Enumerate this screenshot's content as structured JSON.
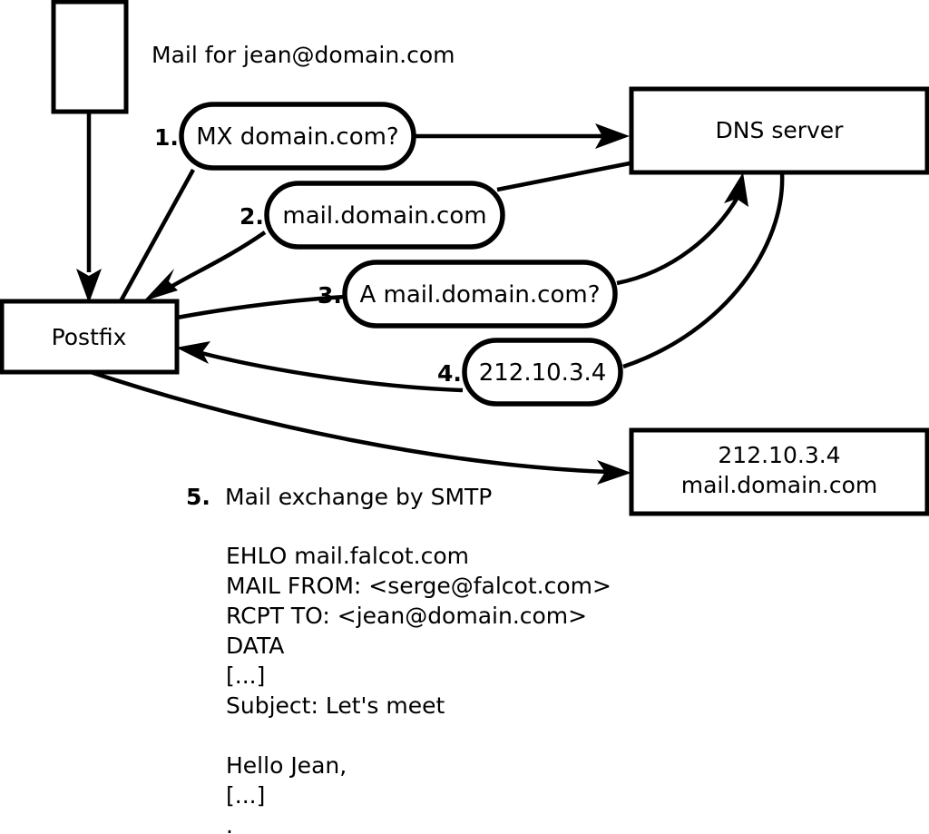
{
  "diagram": {
    "title_caption": "Mail for jean@domain.com",
    "nodes": [
      {
        "id": "client",
        "label": ""
      },
      {
        "id": "postfix",
        "label": "Postfix"
      },
      {
        "id": "dns",
        "label": "DNS server"
      },
      {
        "id": "mailserver",
        "label_line1": "212.10.3.4",
        "label_line2": "mail.domain.com"
      }
    ],
    "steps": [
      {
        "number": "1.",
        "message": "MX domain.com?"
      },
      {
        "number": "2.",
        "message": "mail.domain.com"
      },
      {
        "number": "3.",
        "message": "A mail.domain.com?"
      },
      {
        "number": "4.",
        "message": "212.10.3.4"
      },
      {
        "number": "5.",
        "message": "Mail exchange by SMTP"
      }
    ],
    "transcript": [
      "EHLO mail.falcot.com",
      "MAIL FROM: <serge@falcot.com>",
      "RCPT TO: <jean@domain.com>",
      "DATA",
      "[...]",
      "Subject: Let's meet",
      "",
      "Hello Jean,",
      "[...]",
      "."
    ],
    "colors": {
      "stroke": "#000000",
      "fill": "#ffffff",
      "text": "#000000"
    }
  }
}
